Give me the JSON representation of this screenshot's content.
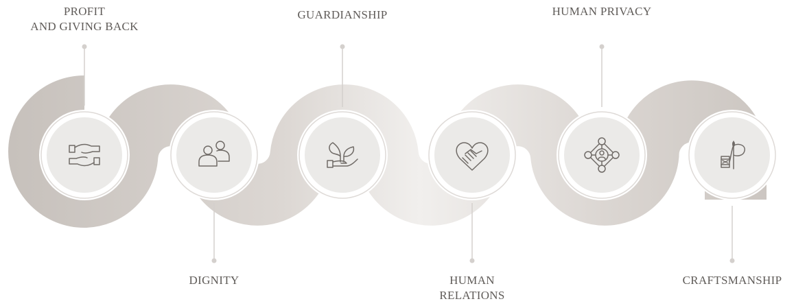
{
  "palette": {
    "band_dark": "#c9c3be",
    "band_light": "#efedeb",
    "circle_fill": "#ebeae8",
    "ring": "#dedad7",
    "icon_stroke": "#6f6a66",
    "connector": "#d4d0cd",
    "text": "#5f5b58"
  },
  "values": [
    {
      "lines": [
        "PROFIT",
        "AND GIVING BACK"
      ],
      "icon": "giving-hands-icon"
    },
    {
      "lines": [
        "DIGNITY"
      ],
      "icon": "two-people-icon"
    },
    {
      "lines": [
        "GUARDIANSHIP"
      ],
      "icon": "plant-in-hand-icon"
    },
    {
      "lines": [
        "HUMAN",
        "RELATIONS"
      ],
      "icon": "heart-handshake-icon"
    },
    {
      "lines": [
        "HUMAN PRIVACY"
      ],
      "icon": "network-person-icon"
    },
    {
      "lines": [
        "CRAFTSMANSHIP"
      ],
      "icon": "needle-thread-icon"
    }
  ]
}
